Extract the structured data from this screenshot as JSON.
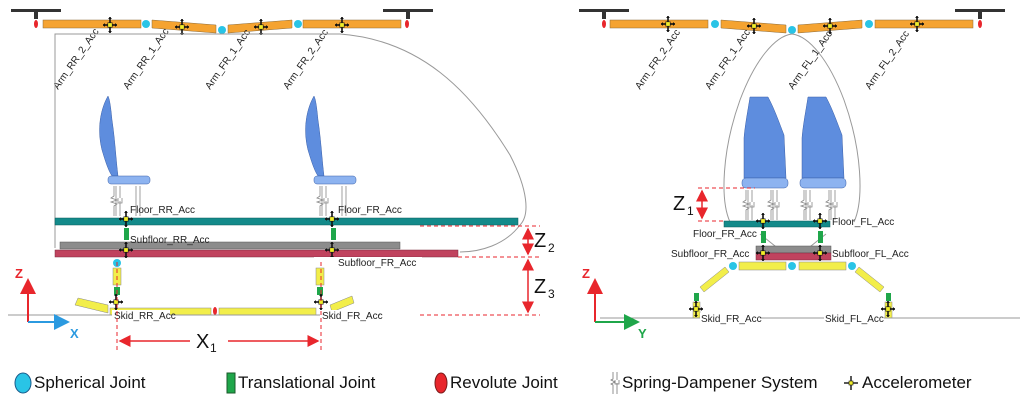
{
  "colors": {
    "arm": "#F5A331",
    "spherical_joint": "#29C4E6",
    "translational_joint": "#1FA64A",
    "revolute_joint": "#E8262C",
    "floor": "#138A8A",
    "subfloor_upper": "#8C8C8C",
    "subfloor_lower": "#C0435E",
    "skid": "#F2EE4A",
    "seat_back": "#5E8DDE",
    "seat_cushion": "#8DB3F0",
    "dimension": "#E8262C",
    "axis_z": "#E8262C",
    "axis_x": "#2B9AE0",
    "axis_y": "#1FA64A"
  },
  "side_view": {
    "arm_labels": [
      "Arm_RR_2_Acc",
      "Arm_RR_1_Acc",
      "Arm_FR_1_Acc",
      "Arm_FR_2_Acc"
    ],
    "floor_labels": [
      "Floor_RR_Acc",
      "Floor_FR_Acc"
    ],
    "subfloor_labels": [
      "Subfloor_RR_Acc",
      "Subfloor_FR_Acc"
    ],
    "skid_labels": [
      "Skid_RR_Acc",
      "Skid_FR_Acc"
    ],
    "axis": {
      "vertical": "Z",
      "horizontal": "X"
    },
    "dimensions": {
      "x1": {
        "main": "X",
        "sub": "1"
      },
      "z2": {
        "main": "Z",
        "sub": "2"
      },
      "z3": {
        "main": "Z",
        "sub": "3"
      }
    }
  },
  "front_view": {
    "arm_labels": [
      "Arm_FR_2_Acc",
      "Arm_FR_1_Acc",
      "Arm_FL_1_Acc",
      "Arm_FL_2_Acc"
    ],
    "floor_labels": [
      "Floor_FR_Acc",
      "Floor_FL_Acc"
    ],
    "subfloor_labels": [
      "Subfloor_FR_Acc",
      "Subfloor_FL_Acc"
    ],
    "skid_labels": [
      "Skid_FR_Acc",
      "Skid_FL_Acc"
    ],
    "axis": {
      "vertical": "Z",
      "horizontal": "Y"
    },
    "dimensions": {
      "z1": {
        "main": "Z",
        "sub": "1"
      }
    }
  },
  "legend": [
    {
      "icon": "spherical-joint-icon",
      "label": "Spherical Joint"
    },
    {
      "icon": "translational-joint-icon",
      "label": "Translational Joint"
    },
    {
      "icon": "revolute-joint-icon",
      "label": "Revolute Joint"
    },
    {
      "icon": "spring-dampener-icon",
      "label": "Spring-Dampener System"
    },
    {
      "icon": "accelerometer-icon",
      "label": "Accelerometer"
    }
  ]
}
